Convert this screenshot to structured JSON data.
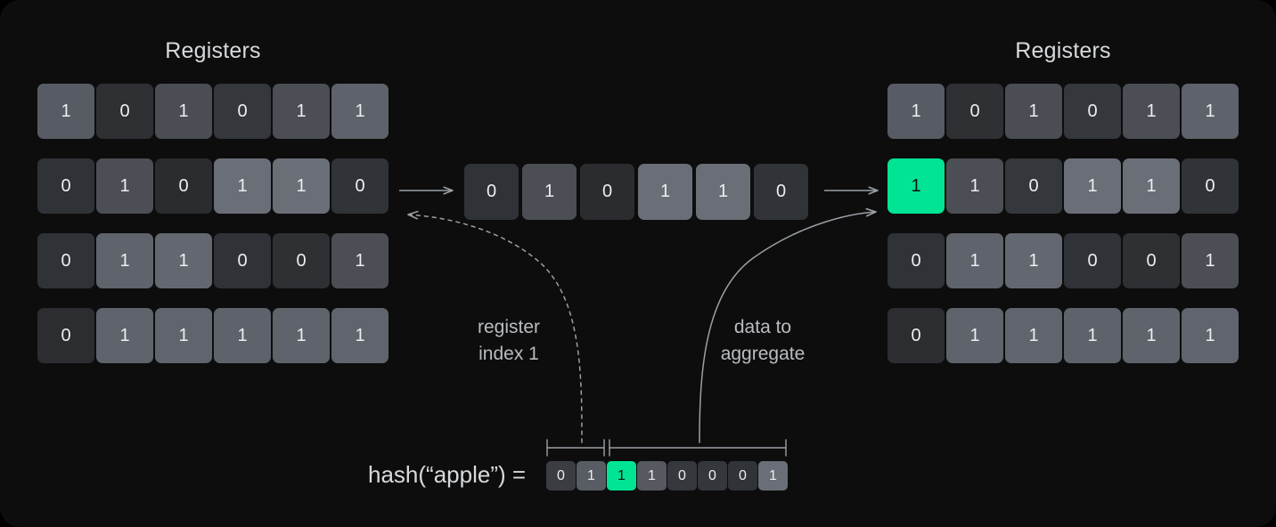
{
  "figure": {
    "background": "#0d0d0d",
    "accent": "#00e493",
    "cell_text_color": "#eceff1",
    "line_color": "#9aa0a6"
  },
  "left_panel": {
    "title": "Registers",
    "rows": [
      {
        "bits": [
          "1",
          "0",
          "1",
          "0",
          "1",
          "1"
        ],
        "shades": [
          "#575b63",
          "#2e3034",
          "#4a4d53",
          "#34373b",
          "#4b4e54",
          "#5e626a"
        ]
      },
      {
        "bits": [
          "0",
          "1",
          "0",
          "1",
          "1",
          "0"
        ],
        "shades": [
          "#2f3237",
          "#4b4e54",
          "#2a2c30",
          "#6a6e77",
          "#6a6e77",
          "#303338"
        ]
      },
      {
        "bits": [
          "0",
          "1",
          "1",
          "0",
          "0",
          "1"
        ],
        "shades": [
          "#2f3237",
          "#5f636b",
          "#63676f",
          "#2f3237",
          "#2e3034",
          "#4b4e54"
        ]
      },
      {
        "bits": [
          "0",
          "1",
          "1",
          "1",
          "1",
          "1"
        ],
        "shades": [
          "#2b2d31",
          "#5f636b",
          "#60646c",
          "#5e626a",
          "#5f636b",
          "#60646c"
        ]
      }
    ]
  },
  "mid_row": {
    "bits": [
      "0",
      "1",
      "0",
      "1",
      "1",
      "0"
    ],
    "shades": [
      "#2f3237",
      "#4b4e54",
      "#2a2c30",
      "#6a6e77",
      "#6a6e77",
      "#303338"
    ]
  },
  "right_panel": {
    "title": "Registers",
    "rows": [
      {
        "bits": [
          "1",
          "0",
          "1",
          "0",
          "1",
          "1"
        ],
        "shades": [
          "#575b63",
          "#2e3034",
          "#4a4d53",
          "#34373b",
          "#4b4e54",
          "#5e626a"
        ],
        "highlight": []
      },
      {
        "bits": [
          "1",
          "1",
          "0",
          "1",
          "1",
          "0"
        ],
        "shades": [
          "#00e493",
          "#4b4e54",
          "#34373b",
          "#6a6e77",
          "#6a6e77",
          "#303338"
        ],
        "highlight": [
          0
        ]
      },
      {
        "bits": [
          "0",
          "1",
          "1",
          "0",
          "0",
          "1"
        ],
        "shades": [
          "#2f3237",
          "#5f636b",
          "#63676f",
          "#2f3237",
          "#2e3034",
          "#4b4e54"
        ],
        "highlight": []
      },
      {
        "bits": [
          "0",
          "1",
          "1",
          "1",
          "1",
          "1"
        ],
        "shades": [
          "#2b2d31",
          "#5f636b",
          "#60646c",
          "#5e626a",
          "#5f636b",
          "#60646c"
        ],
        "highlight": []
      }
    ]
  },
  "annotations": {
    "register_index": "register\nindex 1",
    "data_to_aggregate": "data to\naggregate"
  },
  "hash": {
    "label": "hash(“apple”) =",
    "bits": [
      "0",
      "1",
      "1",
      "1",
      "0",
      "0",
      "0",
      "1"
    ],
    "shades": [
      "#3a3d42",
      "#585c64",
      "#00e493",
      "#56595f",
      "#35383d",
      "#34373c",
      "#303338",
      "#6a6e77"
    ],
    "highlight_index": 2
  }
}
